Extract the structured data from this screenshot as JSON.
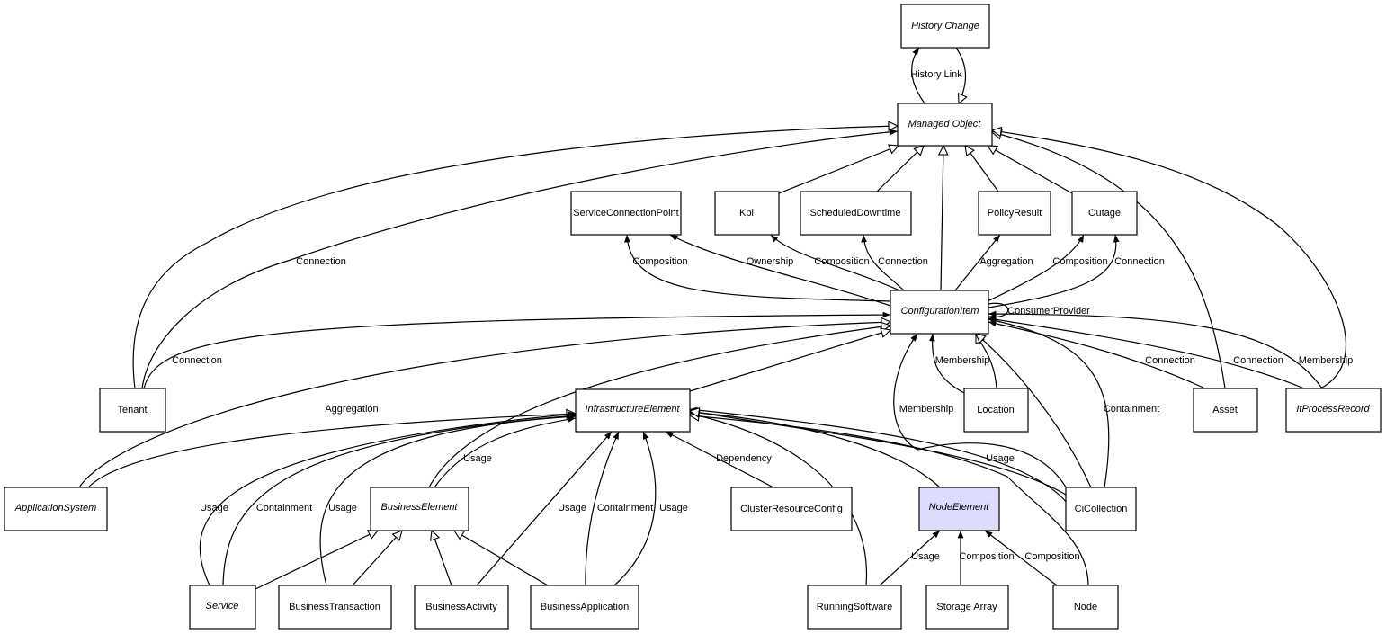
{
  "nodes": {
    "history_change": {
      "name": "History Change",
      "abstract": true
    },
    "managed_object": {
      "name": "Managed Object",
      "abstract": true
    },
    "service_connection_point": {
      "name": "ServiceConnectionPoint"
    },
    "kpi": {
      "name": "Kpi"
    },
    "scheduled_downtime": {
      "name": "ScheduledDowntime"
    },
    "policy_result": {
      "name": "PolicyResult"
    },
    "outage": {
      "name": "Outage"
    },
    "configuration_item": {
      "name": "ConfigurationItem",
      "abstract": true
    },
    "tenant": {
      "name": "Tenant"
    },
    "infrastructure_element": {
      "name": "InfrastructureElement",
      "abstract": true
    },
    "location": {
      "name": "Location"
    },
    "asset": {
      "name": "Asset"
    },
    "it_process_record": {
      "name": "ItProcessRecord",
      "abstract": true
    },
    "application_system": {
      "name": "ApplicationSystem",
      "abstract": true
    },
    "business_element": {
      "name": "BusinessElement",
      "abstract": true
    },
    "cluster_resource_config": {
      "name": "ClusterResourceConfig"
    },
    "node_element": {
      "name": "NodeElement",
      "abstract": true,
      "fill": "#dcdcff"
    },
    "ci_collection": {
      "name": "CiCollection"
    },
    "service": {
      "name": "Service",
      "abstract": true
    },
    "business_transaction": {
      "name": "BusinessTransaction"
    },
    "business_activity": {
      "name": "BusinessActivity"
    },
    "business_application": {
      "name": "BusinessApplication"
    },
    "running_software": {
      "name": "RunningSoftware"
    },
    "storage_array": {
      "name": "Storage Array"
    },
    "node": {
      "name": "Node"
    }
  },
  "edge_labels": [
    "History Link",
    "Connection",
    "Connection",
    "Composition",
    "Ownership",
    "Composition",
    "Connection",
    "Aggregation",
    "Composition",
    "Connection",
    "ConsumerProvider",
    "Aggregation",
    "Membership",
    "Membership",
    "Containment",
    "Connection",
    "Connection",
    "Membership",
    "Usage",
    "Usage",
    "Containment",
    "Usage",
    "Usage",
    "Containment",
    "Usage",
    "Dependency",
    "Usage",
    "Usage",
    "Composition",
    "Composition"
  ]
}
